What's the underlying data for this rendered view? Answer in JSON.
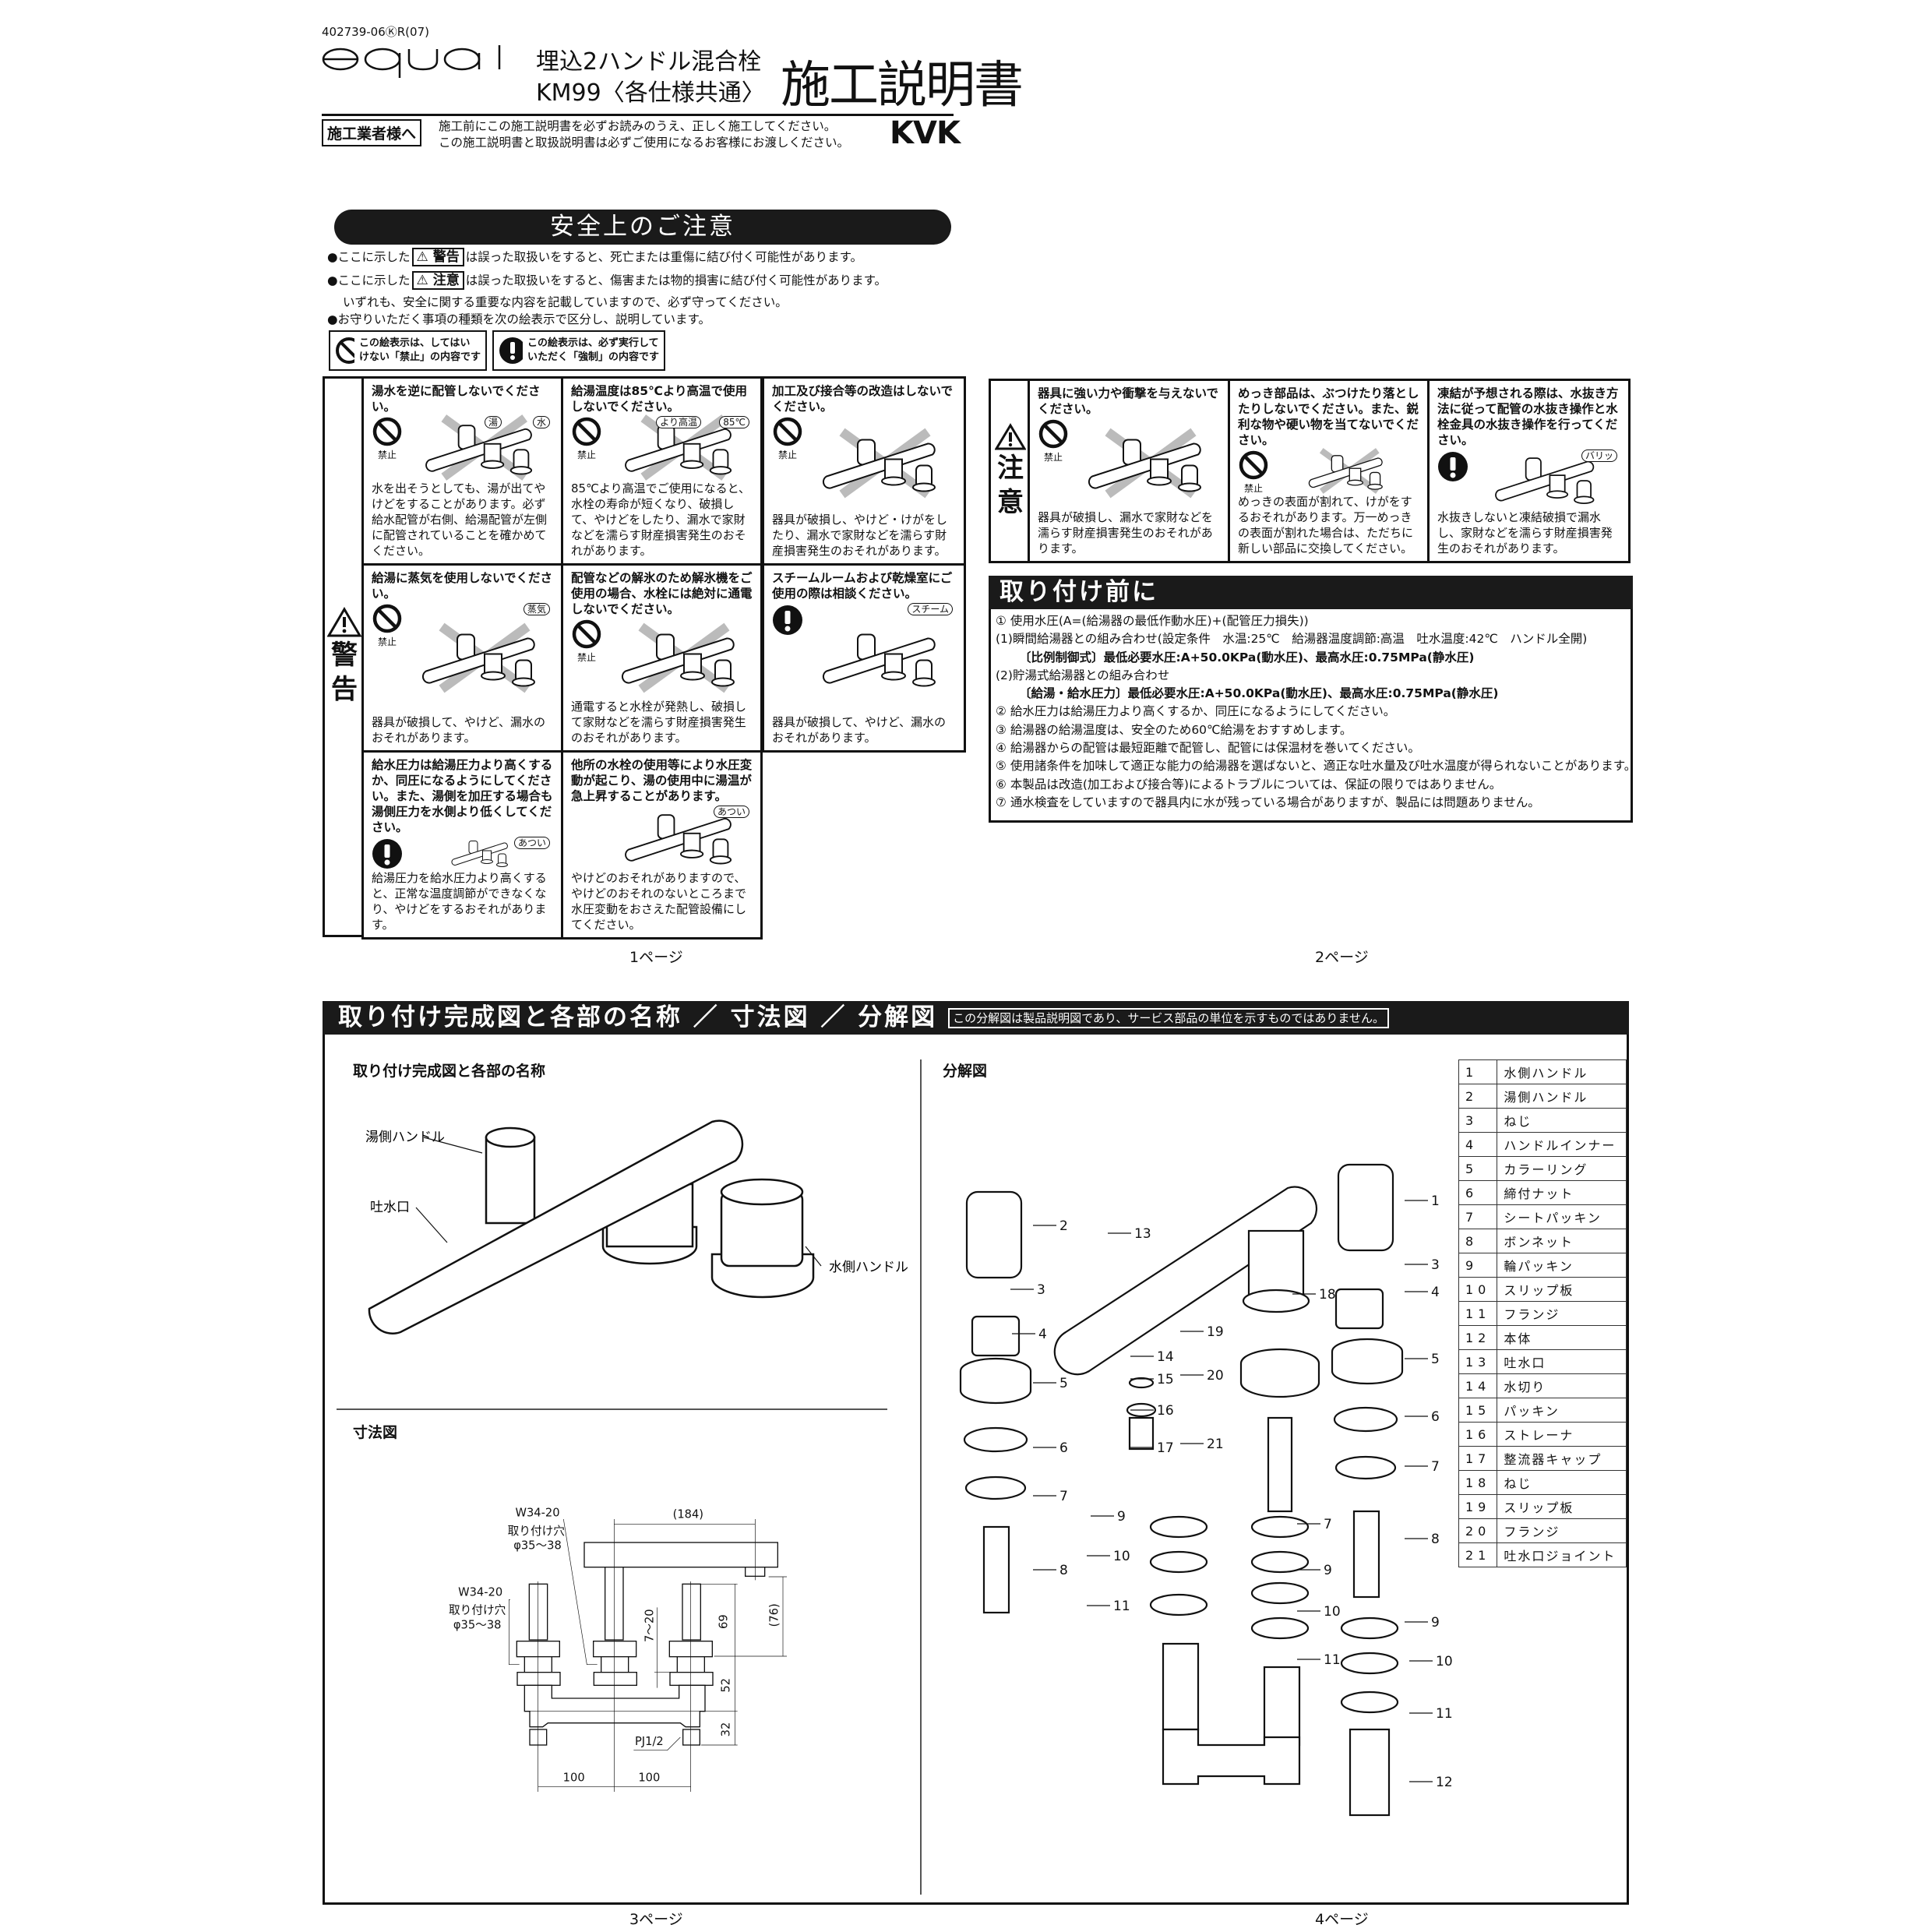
{
  "header": {
    "doc_code": "402739-06ⓀR(07)",
    "brand_logo": "equal",
    "product_line1": "埋込2ハンドル混合栓",
    "product_line2": "KM99〈各仕様共通〉",
    "doc_title": "施工説明書",
    "to_installer": "施工業者様へ",
    "notice_line1": "施工前にこの施工説明書を必ずお読みのうえ、正しく施工してください。",
    "notice_line2": "この施工説明書と取扱説明書は必ずご使用になるお客様にお渡しください。",
    "maker_logo": "KVK"
  },
  "safety": {
    "title": "安全上のご注意",
    "bullet1_pre": "●ここに示した",
    "bullet1_tag": "⚠ 警告",
    "bullet1_post": "は誤った取扱いをすると、死亡または重傷に結び付く可能性があります。",
    "bullet2_pre": "●ここに示した",
    "bullet2_tag": "⚠ 注意",
    "bullet2_post": "は誤った取扱いをすると、傷害または物的損害に結び付く可能性があります。",
    "bullet3": "いずれも、安全に関する重要な内容を記載していますので、必ず守ってください。",
    "bullet4": "●お守りいただく事項の種類を次の絵表示で区分し、説明しています。",
    "legend_prohibit_1": "この絵表示は、してはい",
    "legend_prohibit_2": "けない「禁止」の内容です",
    "legend_mandatory_1": "この絵表示は、必ず実行して",
    "legend_mandatory_2": "いただく「強制」の内容です",
    "prohibit_label": "禁止"
  },
  "warning": {
    "label_1": "警",
    "label_2": "告",
    "items": [
      {
        "title": "湯水を逆に配管しないでください。",
        "body": "水を出そうとしても、湯が出てやけどをすることがあります。必ず給水配管が右側、給湯配管が左側に配管されていることを確かめてください。",
        "icon": "prohibited",
        "callouts": [
          "水",
          "湯"
        ]
      },
      {
        "title": "給湯温度は85℃より高温で使用しないでください。",
        "body": "85℃より高温でご使用になると、水栓の寿命が短くなり、破損して、やけどをしたり、漏水で家財などを濡らす財産損害発生のおそれがあります。",
        "icon": "prohibited",
        "callouts": [
          "85℃",
          "より高温"
        ]
      },
      {
        "title": "加工及び接合等の改造はしないでください。",
        "body": "器具が破損し、やけど・けがをしたり、漏水で家財などを濡らす財産損害発生のおそれがあります。",
        "icon": "prohibited",
        "callouts": []
      },
      {
        "title": "給湯に蒸気を使用しないでください。",
        "body": "器具が破損して、やけど、漏水のおそれがあります。",
        "icon": "prohibited",
        "callouts": [
          "蒸気"
        ]
      },
      {
        "title": "配管などの解氷のため解氷機をご使用の場合、水栓には絶対に通電しないでください。",
        "body": "通電すると水栓が発熱し、破損して家財などを濡らす財産損害発生のおそれがあります。",
        "icon": "prohibited",
        "callouts": []
      },
      {
        "title": "スチームルームおよび乾燥室にご使用の際は相談ください。",
        "body": "器具が破損して、やけど、漏水のおそれがあります。",
        "icon": "mandatory",
        "callouts": [
          "スチーム"
        ]
      },
      {
        "title": "給水圧力は給湯圧力より高くするか、同圧になるようにしてください。また、湯側を加圧する場合も湯側圧力を水側より低くしてください。",
        "body": "給湯圧力を給水圧力より高くすると、正常な温度調節ができなくなり、やけどをするおそれがあります。",
        "icon": "mandatory",
        "callouts": [
          "あつい"
        ]
      },
      {
        "title": "他所の水栓の使用等により水圧変動が起こり、湯の使用中に湯温が急上昇することがあります。",
        "body": "やけどのおそれがありますので、やけどのおそれのないところまで水圧変動をおさえた配管設備にしてください。",
        "icon": "none",
        "callouts": [
          "あつい"
        ]
      }
    ]
  },
  "caution": {
    "label_1": "注",
    "label_2": "意",
    "items": [
      {
        "title": "器具に強い力や衝撃を与えないでください。",
        "body": "器具が破損し、漏水で家財などを濡らす財産損害発生のおそれがあります。",
        "icon": "prohibited",
        "callouts": []
      },
      {
        "title": "めっき部品は、ぶつけたり落としたりしないでください。また、鋭利な物や硬い物を当てないでください。",
        "body": "めっきの表面が割れて、けがをするおそれがあります。万一めっきの表面が割れた場合は、ただちに新しい部品に交換してください。",
        "icon": "prohibited",
        "callouts": []
      },
      {
        "title": "凍結が予想される際は、水抜き方法に従って配管の水抜き操作と水栓金具の水抜き操作を行ってください。",
        "body": "水抜きしないと凍結破損で漏水し、家財などを濡らす財産損害発生のおそれがあります。",
        "icon": "mandatory",
        "callouts": [
          "バリッ"
        ]
      }
    ]
  },
  "before_install": {
    "title": "取り付け前に",
    "lines": [
      {
        "text": "① 使用水圧(A=(給湯器の最低作動水圧)+(配管圧力損失))",
        "bold": false
      },
      {
        "text": "(1)瞬間給湯器との組み合わせ(設定条件　水温:25℃　給湯器温度調節:高温　吐水温度:42℃　ハンドル全開)",
        "bold": false
      },
      {
        "text": "〔比例制御式〕最低必要水圧:A+50.0KPa(動水圧)、最高水圧:0.75MPa(静水圧)",
        "bold": true
      },
      {
        "text": "(2)貯湯式給湯器との組み合わせ",
        "bold": false
      },
      {
        "text": "〔給湯・給水圧力〕最低必要水圧:A+50.0KPa(動水圧)、最高水圧:0.75MPa(静水圧)",
        "bold": true
      },
      {
        "text": "② 給水圧力は給湯圧力より高くするか、同圧になるようにしてください。",
        "bold": false
      },
      {
        "text": "③ 給湯器の給湯温度は、安全のため60℃給湯をおすすめします。",
        "bold": false
      },
      {
        "text": "④ 給湯器からの配管は最短距離で配管し、配管には保温材を巻いてください。",
        "bold": false
      },
      {
        "text": "⑤ 使用諸条件を加味して適正な能力の給湯器を選ばないと、適正な吐水量及び吐水温度が得られないことがあります。",
        "bold": false
      },
      {
        "text": "⑥ 本製品は改造(加工および接合等)によるトラブルについては、保証の限りではありません。",
        "bold": false
      },
      {
        "text": "⑦ 通水検査をしていますので器具内に水が残っている場合がありますが、製品には問題ありません。",
        "bold": false
      }
    ]
  },
  "pages": {
    "p1": "1ページ",
    "p2": "2ページ",
    "p3": "3ページ",
    "p4": "4ページ"
  },
  "section": {
    "title": "取り付け完成図と各部の名称 ／ 寸法図 ／ 分解図",
    "note": "この分解図は製品説明図であり、サービス部品の単位を示すものではありません。",
    "completion_title": "取り付け完成図と各部の名称",
    "completion_labels": {
      "hot_handle": "湯側ハンドル",
      "spout": "吐水口",
      "cold_handle": "水側ハンドル"
    },
    "dimension_title": "寸法図",
    "dimensions": {
      "thread_1": "W34-20",
      "hole_1a": "取り付け穴",
      "hole_1b": "φ35〜38",
      "thread_2": "W34-20",
      "hole_2a": "取り付け穴",
      "hole_2b": "φ35〜38",
      "spout_reach": "(184)",
      "h69": "69",
      "h76": "(76)",
      "deck": "7〜20",
      "h52": "52",
      "h32": "32",
      "conn": "PJ1/2",
      "pitch_1": "100",
      "pitch_2": "100"
    },
    "exploded_title": "分解図",
    "exploded_callouts": [
      "2",
      "1",
      "13",
      "3",
      "3",
      "18",
      "4",
      "4",
      "19",
      "14",
      "5",
      "15",
      "20",
      "5",
      "16",
      "6",
      "6",
      "21",
      "17",
      "7",
      "7",
      "9",
      "7",
      "8",
      "10",
      "8",
      "9",
      "11",
      "10",
      "9",
      "11",
      "10",
      "11",
      "12"
    ],
    "parts": [
      {
        "no": "1",
        "name": "水側ハンドル"
      },
      {
        "no": "2",
        "name": "湯側ハンドル"
      },
      {
        "no": "3",
        "name": "ねじ"
      },
      {
        "no": "4",
        "name": "ハンドルインナー"
      },
      {
        "no": "5",
        "name": "カラーリング"
      },
      {
        "no": "6",
        "name": "締付ナット"
      },
      {
        "no": "7",
        "name": "シートパッキン"
      },
      {
        "no": "8",
        "name": "ボンネット"
      },
      {
        "no": "9",
        "name": "輪パッキン"
      },
      {
        "no": "10",
        "name": "スリップ板"
      },
      {
        "no": "11",
        "name": "フランジ"
      },
      {
        "no": "12",
        "name": "本体"
      },
      {
        "no": "13",
        "name": "吐水口"
      },
      {
        "no": "14",
        "name": "水切り"
      },
      {
        "no": "15",
        "name": "パッキン"
      },
      {
        "no": "16",
        "name": "ストレーナ"
      },
      {
        "no": "17",
        "name": "整流器キャップ"
      },
      {
        "no": "18",
        "name": "ねじ"
      },
      {
        "no": "19",
        "name": "スリップ板"
      },
      {
        "no": "20",
        "name": "フランジ"
      },
      {
        "no": "21",
        "name": "吐水口ジョイント"
      }
    ]
  }
}
